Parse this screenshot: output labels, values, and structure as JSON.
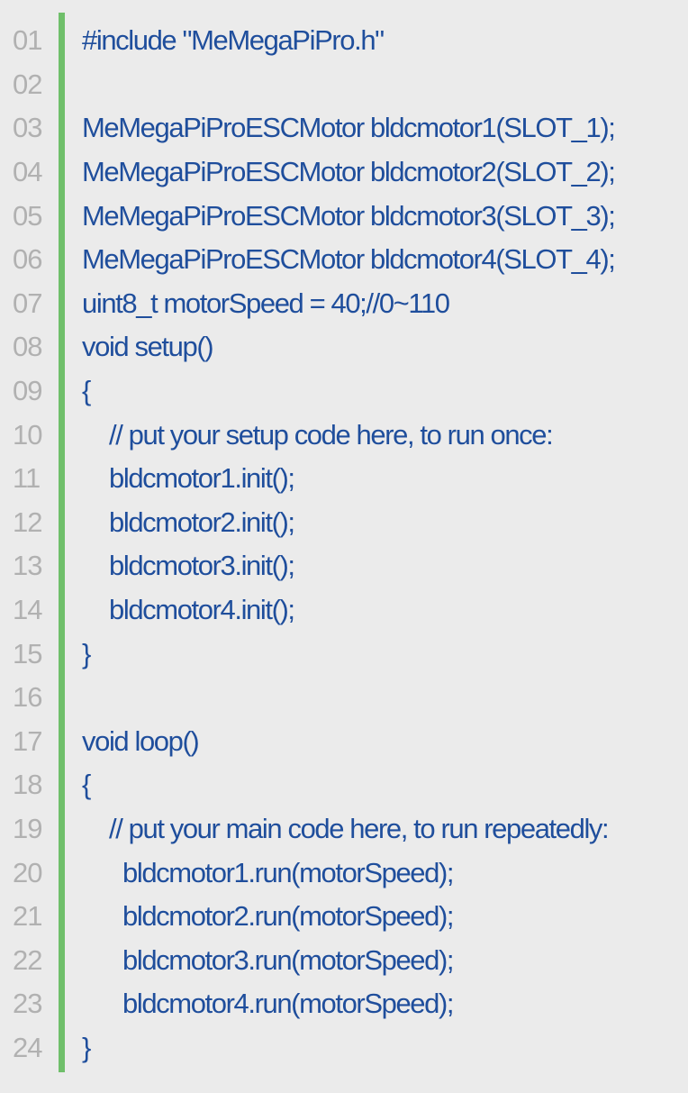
{
  "editor": {
    "accent_bar_color": "#6fbf6a",
    "background_color": "#ebebeb",
    "code_color": "#1f4e9c",
    "line_number_color": "#b1b1b1",
    "lines": [
      {
        "number": "01",
        "text": "#include \"MeMegaPiPro.h\"",
        "indent": 0
      },
      {
        "number": "02",
        "text": "",
        "indent": 0
      },
      {
        "number": "03",
        "text": "MeMegaPiProESCMotor bldcmotor1(SLOT_1);",
        "indent": 0
      },
      {
        "number": "04",
        "text": "MeMegaPiProESCMotor bldcmotor2(SLOT_2);",
        "indent": 0
      },
      {
        "number": "05",
        "text": "MeMegaPiProESCMotor bldcmotor3(SLOT_3);",
        "indent": 0
      },
      {
        "number": "06",
        "text": "MeMegaPiProESCMotor bldcmotor4(SLOT_4);",
        "indent": 0
      },
      {
        "number": "07",
        "text": "uint8_t motorSpeed = 40;//0~110",
        "indent": 0
      },
      {
        "number": "08",
        "text": "void setup()",
        "indent": 0
      },
      {
        "number": "09",
        "text": "{",
        "indent": 0
      },
      {
        "number": "10",
        "text": "// put your setup code here, to run once:",
        "indent": 1
      },
      {
        "number": "11",
        "text": "bldcmotor1.init();",
        "indent": 1
      },
      {
        "number": "12",
        "text": "bldcmotor2.init();",
        "indent": 1
      },
      {
        "number": "13",
        "text": "bldcmotor3.init();",
        "indent": 1
      },
      {
        "number": "14",
        "text": "bldcmotor4.init();",
        "indent": 1
      },
      {
        "number": "15",
        "text": "}",
        "indent": 0
      },
      {
        "number": "16",
        "text": "",
        "indent": 0
      },
      {
        "number": "17",
        "text": "void loop()",
        "indent": 0
      },
      {
        "number": "18",
        "text": "{",
        "indent": 0
      },
      {
        "number": "19",
        "text": "// put your main code here, to run repeatedly:",
        "indent": 1
      },
      {
        "number": "20",
        "text": "bldcmotor1.run(motorSpeed);",
        "indent": 2
      },
      {
        "number": "21",
        "text": "bldcmotor2.run(motorSpeed);",
        "indent": 2
      },
      {
        "number": "22",
        "text": "bldcmotor3.run(motorSpeed);",
        "indent": 2
      },
      {
        "number": "23",
        "text": "bldcmotor4.run(motorSpeed);",
        "indent": 2
      },
      {
        "number": "24",
        "text": "}",
        "indent": 0
      }
    ]
  }
}
